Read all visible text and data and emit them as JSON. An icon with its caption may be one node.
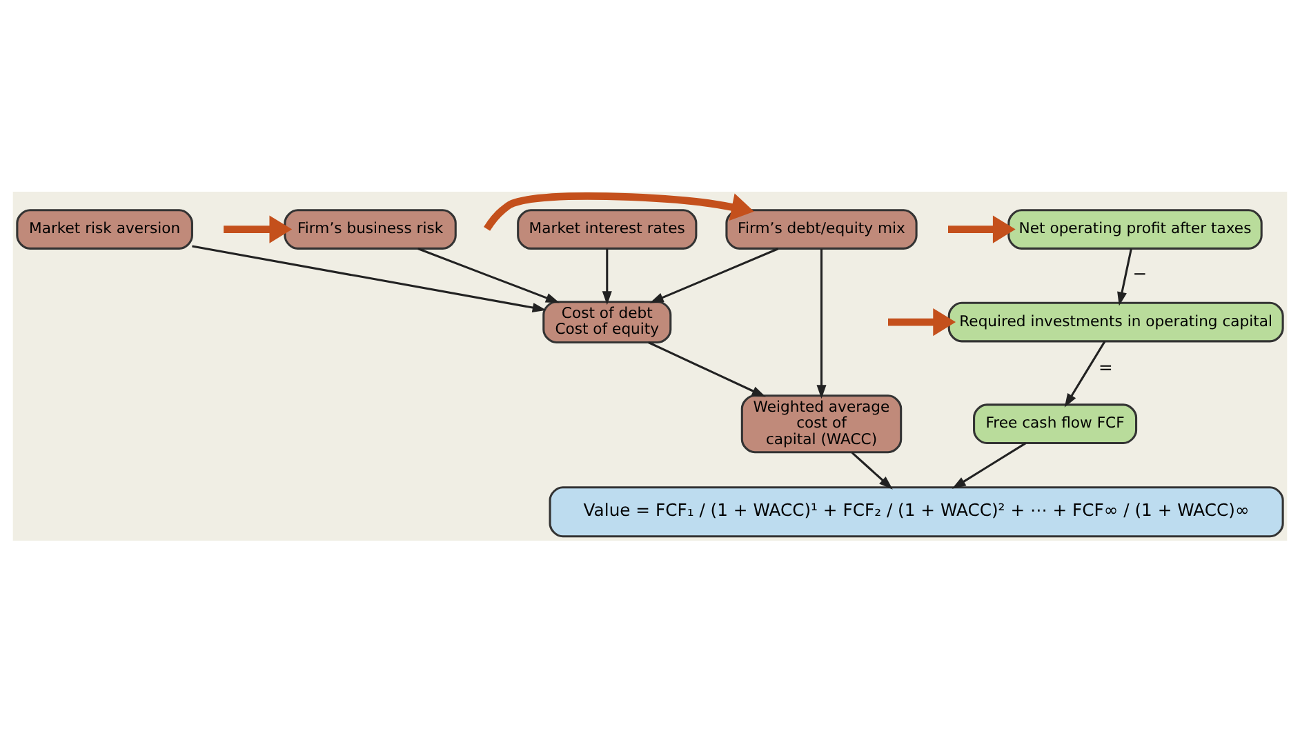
{
  "diagram": {
    "nodes": [
      {
        "text": [
          "Net operating profit after taxes"
        ]
      },
      {
        "text": [
          "Required investments in operating capital"
        ]
      },
      {
        "text": [
          "Free cash flow FCF"
        ]
      },
      {
        "text": [
          "Value = FCF₁ / (1 + WACC)¹ + FCF₂ / (1 + WACC)² + ⋯ + FCF∞ / (1 + WACC)∞"
        ]
      },
      {
        "text": [
          "Weighted average cost of capital (WACC)"
        ]
      },
      {
        "text": [
          "Market interest rates"
        ]
      },
      {
        "text": [
          "Cost of debt",
          "Cost of equity"
        ]
      },
      {
        "text": [
          "Firm’s debt/equity mix"
        ]
      },
      {
        "text": [
          "Market risk aversion"
        ]
      },
      {
        "text": [
          "Firm’s business risk"
        ]
      }
    ],
    "edges": [
      {
        "from": 0,
        "to": 1,
        "arrow": "to",
        "label": "−"
      },
      {
        "from": 1,
        "to": 2,
        "arrow": "to",
        "label": "="
      },
      {
        "from": 2,
        "to": 3,
        "arrow": "to"
      },
      {
        "from": 4,
        "to": 3,
        "arrow": "to"
      },
      {
        "from": 6,
        "to": 4,
        "arrow": "to"
      },
      {
        "from": 7,
        "to": 4,
        "arrow": "to"
      },
      {
        "from": 5,
        "to": 6,
        "arrow": "to"
      },
      {
        "from": 8,
        "to": 6,
        "arrow": "to"
      },
      {
        "from": 7,
        "to": 6,
        "arrow": "to"
      },
      {
        "from": 9,
        "to": 6,
        "arrow": "to"
      },
      {
        "from": null,
        "to": 0,
        "arrow": "to",
        "style": "thick",
        "color": "#c4501c"
      },
      {
        "from": null,
        "to": 1,
        "arrow": "to",
        "style": "thick",
        "color": "#c4501c"
      },
      {
        "from": null,
        "to": 7,
        "arrow": "to",
        "style": "thick",
        "color": "#c4501c"
      },
      {
        "from": null,
        "to": 9,
        "arrow": "to",
        "style": "thick",
        "color": "#c4501c"
      }
    ]
  }
}
